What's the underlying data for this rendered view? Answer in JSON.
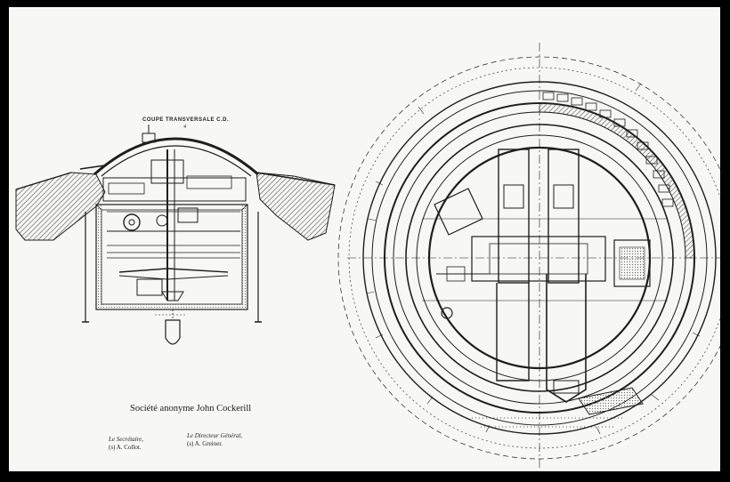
{
  "drawing": {
    "section_title": "COUPE TRANSVERSALE C.D.",
    "section_subtitle": "4",
    "company": "Société anonyme John Cockerill",
    "signatures": [
      {
        "role": "Le Secrétaire,",
        "name": "(s) A. Collot."
      },
      {
        "role": "Le Directeur Général,",
        "name": "(s) A. Greiner."
      }
    ]
  },
  "colors": {
    "frame": "#000000",
    "paper": "#f7f7f5",
    "ink": "#1e1e1e",
    "hatch": "#555555"
  }
}
